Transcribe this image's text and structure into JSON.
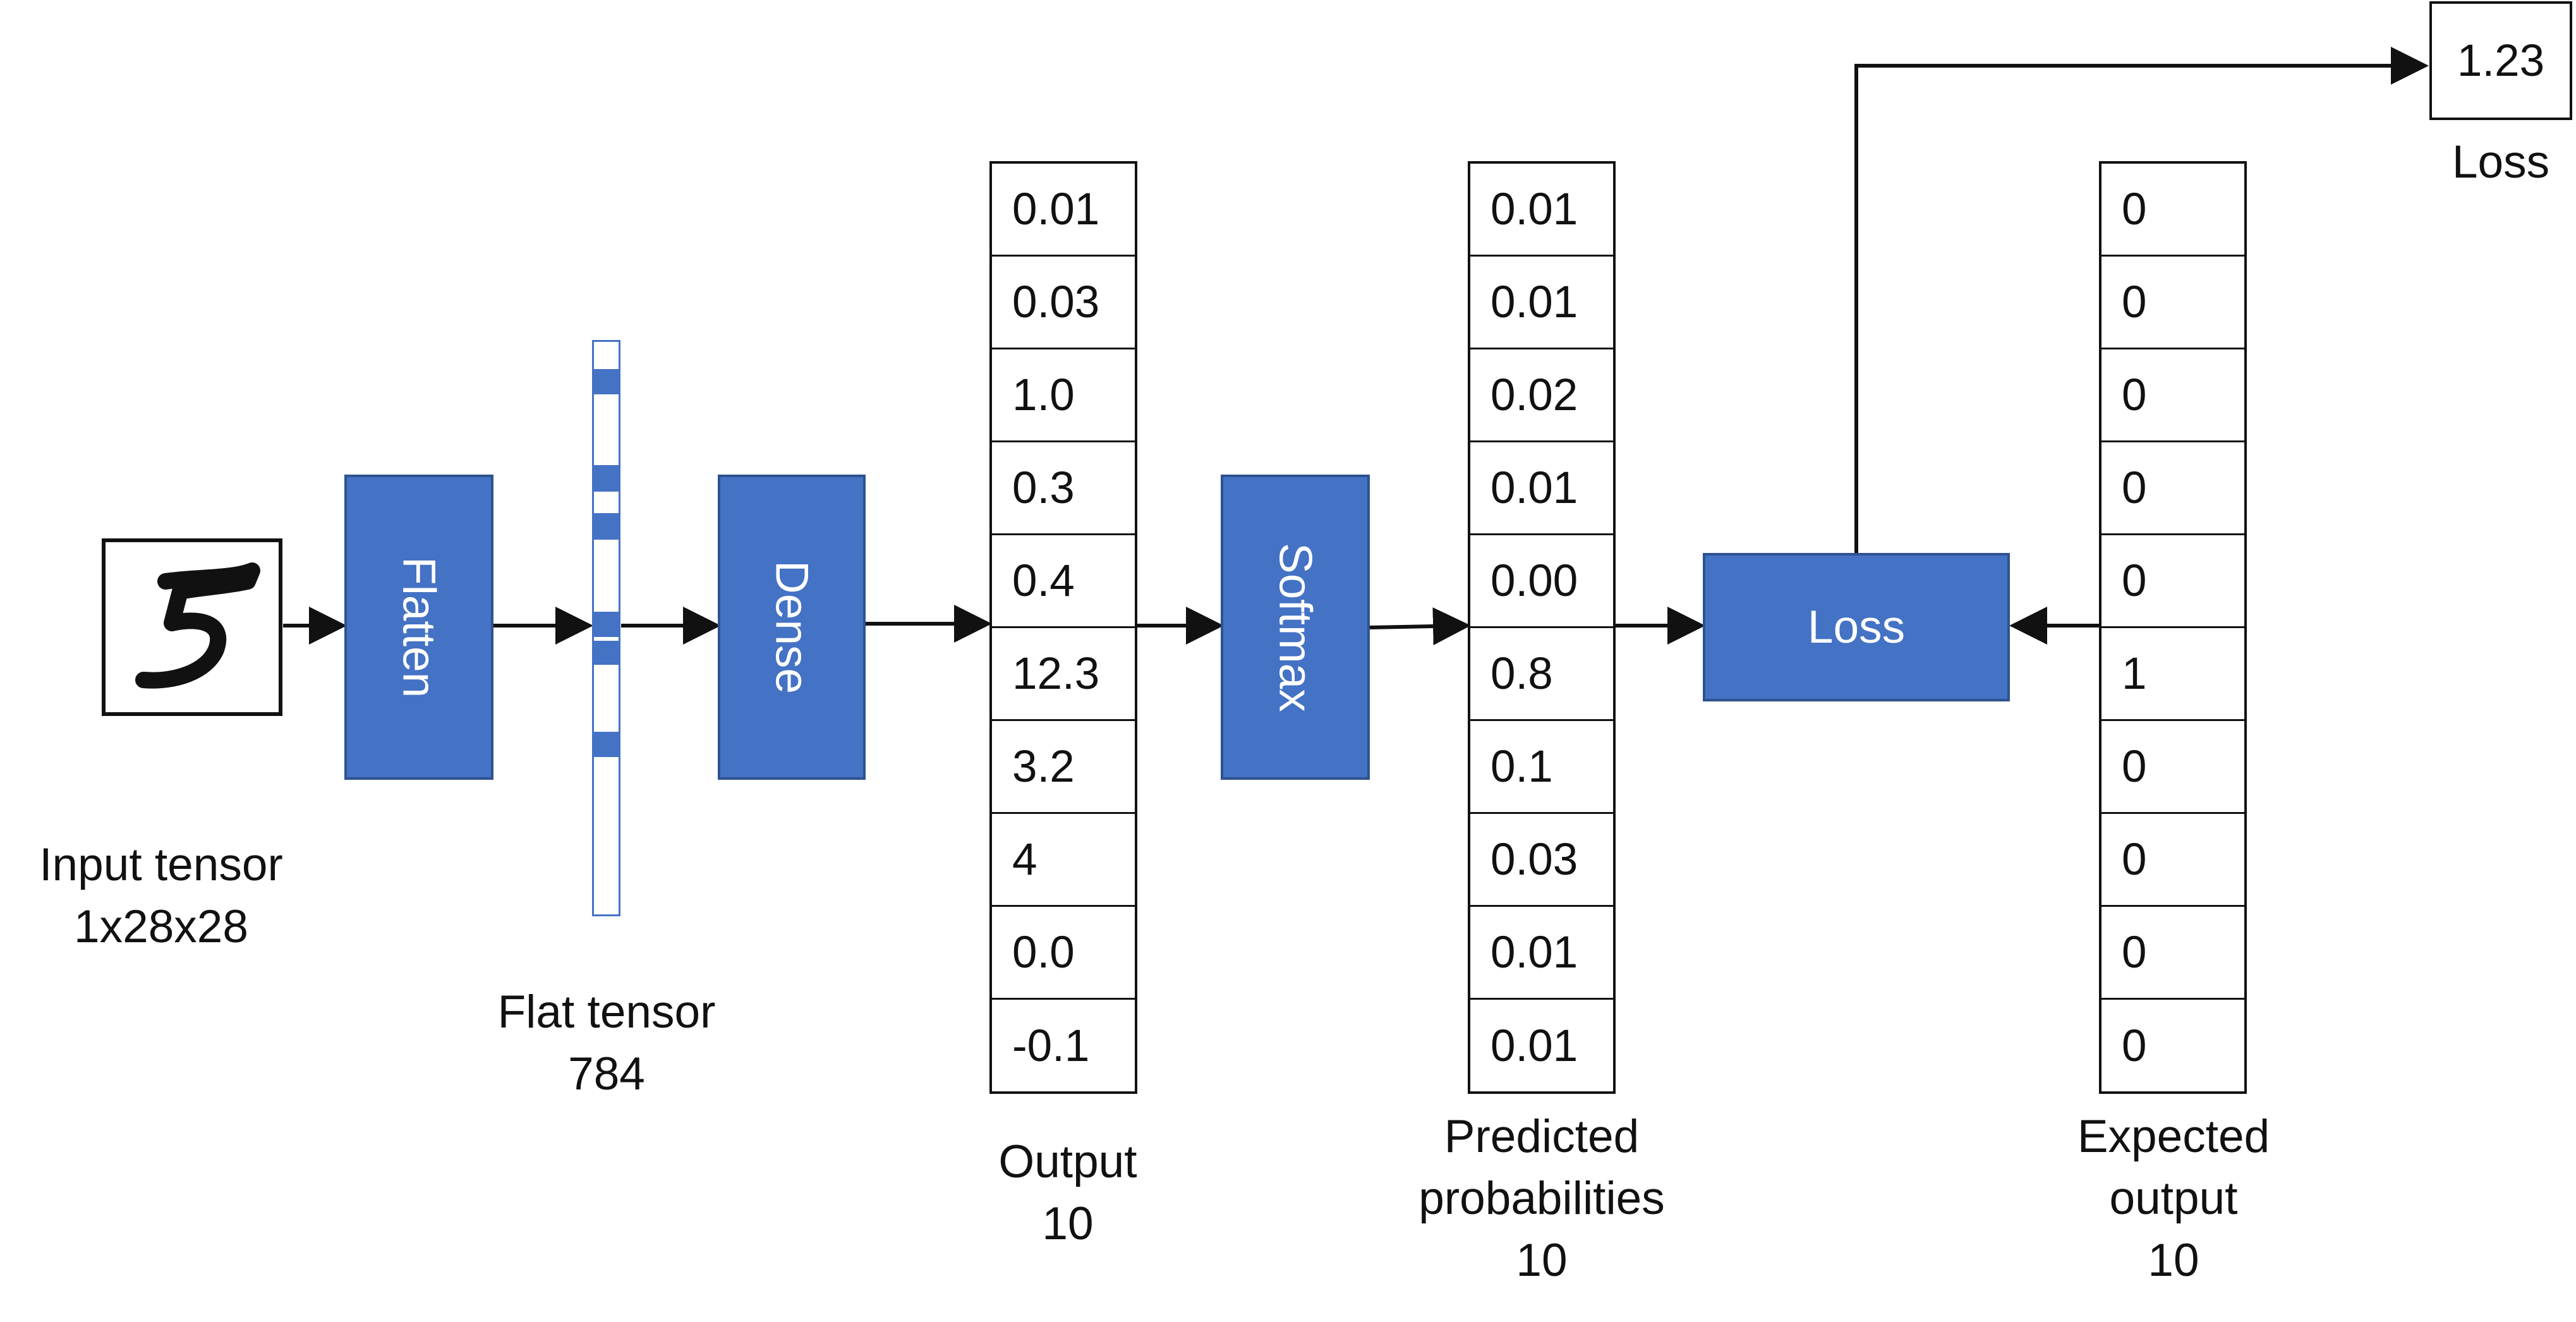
{
  "captions": {
    "input_line1": "Input tensor",
    "input_line2": "1x28x28",
    "flat_line1": "Flat tensor",
    "flat_line2": "784",
    "output_line1": "Output",
    "output_line2": "10",
    "pred_line1": "Predicted",
    "pred_line2": "probabilities",
    "pred_line3": "10",
    "expected_line1": "Expected",
    "expected_line2": "output",
    "expected_line3": "10",
    "loss_caption": "Loss"
  },
  "blocks": {
    "flatten": "Flatten",
    "dense": "Dense",
    "softmax": "Softmax",
    "loss": "Loss"
  },
  "output_values": [
    "0.01",
    "0.03",
    "1.0",
    "0.3",
    "0.4",
    "12.3",
    "3.2",
    "4",
    "0.0",
    "-0.1"
  ],
  "predicted_values": [
    "0.01",
    "0.01",
    "0.02",
    "0.01",
    "0.00",
    "0.8",
    "0.1",
    "0.03",
    "0.01",
    "0.01"
  ],
  "expected_values": [
    "0",
    "0",
    "0",
    "0",
    "0",
    "1",
    "0",
    "0",
    "0",
    "0"
  ],
  "loss_value": "1.23",
  "colors": {
    "block_fill": "#4472c4",
    "block_border": "#2f528f"
  }
}
